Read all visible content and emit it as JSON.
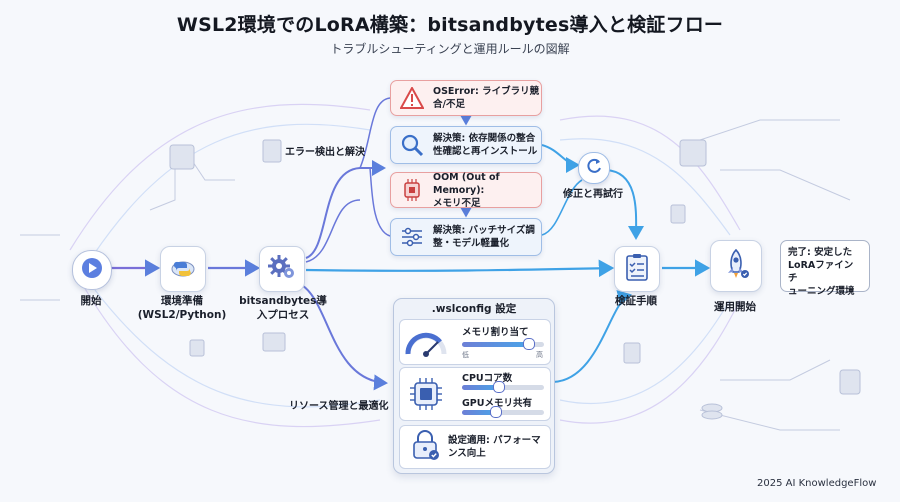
{
  "title": "WSL2環境でのLoRA構築：bitsandbytes導入と検証フロー",
  "subtitle": "トラブルシューティングと運用ルールの図解",
  "nodes": {
    "start": "開始",
    "env": "環境準備\n(WSL2/Python)",
    "bnb": "bitsandbytes導\n入プロセス",
    "verify": "検証手順",
    "operate": "運用開始"
  },
  "flow_labels": {
    "error": "エラー検出と解決",
    "resource": "リソース管理と最適化",
    "retry": "修正と再試行"
  },
  "cards": [
    {
      "type": "error",
      "text": "OSError: ライブラリ競\n合/不足",
      "icon": "warning-icon"
    },
    {
      "type": "fix",
      "text": "解決策: 依存関係の整合\n性確認と再インストール",
      "icon": "magnifier-icon"
    },
    {
      "type": "error",
      "text": "OOM (Out of Memory):\nメモリ不足",
      "icon": "chip-icon"
    },
    {
      "type": "fix",
      "text": "解決策: バッチサイズ調\n整・モデル軽量化",
      "icon": "sliders-icon"
    }
  ],
  "wslconfig": {
    "title": ".wslconfig 設定",
    "memory_label": "メモリ割り当て",
    "low": "低",
    "high": "高",
    "memory_level": 0.82,
    "cpu_label": "CPUコア数",
    "cpu_level": 0.45,
    "gpu_label": "GPUメモリ共有",
    "gpu_level": 0.42,
    "apply_text": "設定適用: パフォーマ\nンス向上"
  },
  "done_bubble": "完了: 安定した\nLoRAファインチ\nューニング環境",
  "footer": "2025 AI KnowledgeFlow",
  "colors": {
    "flow_purple": "#7a6fd8",
    "flow_blue": "#3fa2e6",
    "error_red": "#d94a4a"
  }
}
